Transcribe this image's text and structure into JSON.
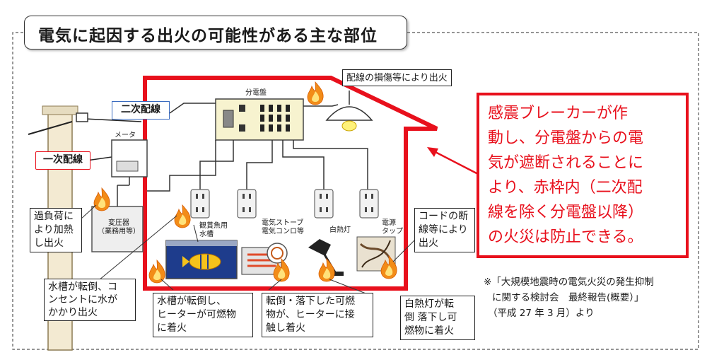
{
  "title": "電気に起因する出火の可能性がある主な部位",
  "labels": {
    "secondary_wiring": "二次配線",
    "primary_wiring": "一次配線",
    "meter": "メータ",
    "distribution_board": "分電盤",
    "transformer": "変圧器\n（業務用等）",
    "aquarium": "観賞魚用\n水槽",
    "stove": "電気ストーブ\n電気コンロ等",
    "bulb": "白熱灯",
    "power_tap": "電源\nタップ"
  },
  "callouts": {
    "wiring_damage": "配線の損傷等により出火",
    "overload": "過負荷に\nより加熱\nし出火",
    "outlet_water": "水槽が転倒、コ\nンセントに水が\nかかり出火",
    "heater_fire": "水槽が転倒し、\nヒーターが可燃物\nに着火",
    "fall_fire": "転倒・落下した可燃\n物が、ヒーターに接\n触し着火",
    "bulb_fire": "白熱灯が転\n倒 落下し可\n燃物に着火",
    "cord_break": "コードの断\n線等により\n出火"
  },
  "explanation": [
    "感震ブレーカーが作",
    "動し、分電盤からの電",
    "気が遮断されることに",
    "より、赤枠内（二次配",
    "線を除く分電盤以降）",
    "の火災は防止できる。"
  ],
  "source_note": [
    "※「大規模地震時の電気火災の発生抑制",
    "に関する検討会　最終報告(概要）」",
    "（平成 27 年 3 月）より"
  ],
  "colors": {
    "accent_red": "#e8101c",
    "flame": "#f28c18"
  }
}
